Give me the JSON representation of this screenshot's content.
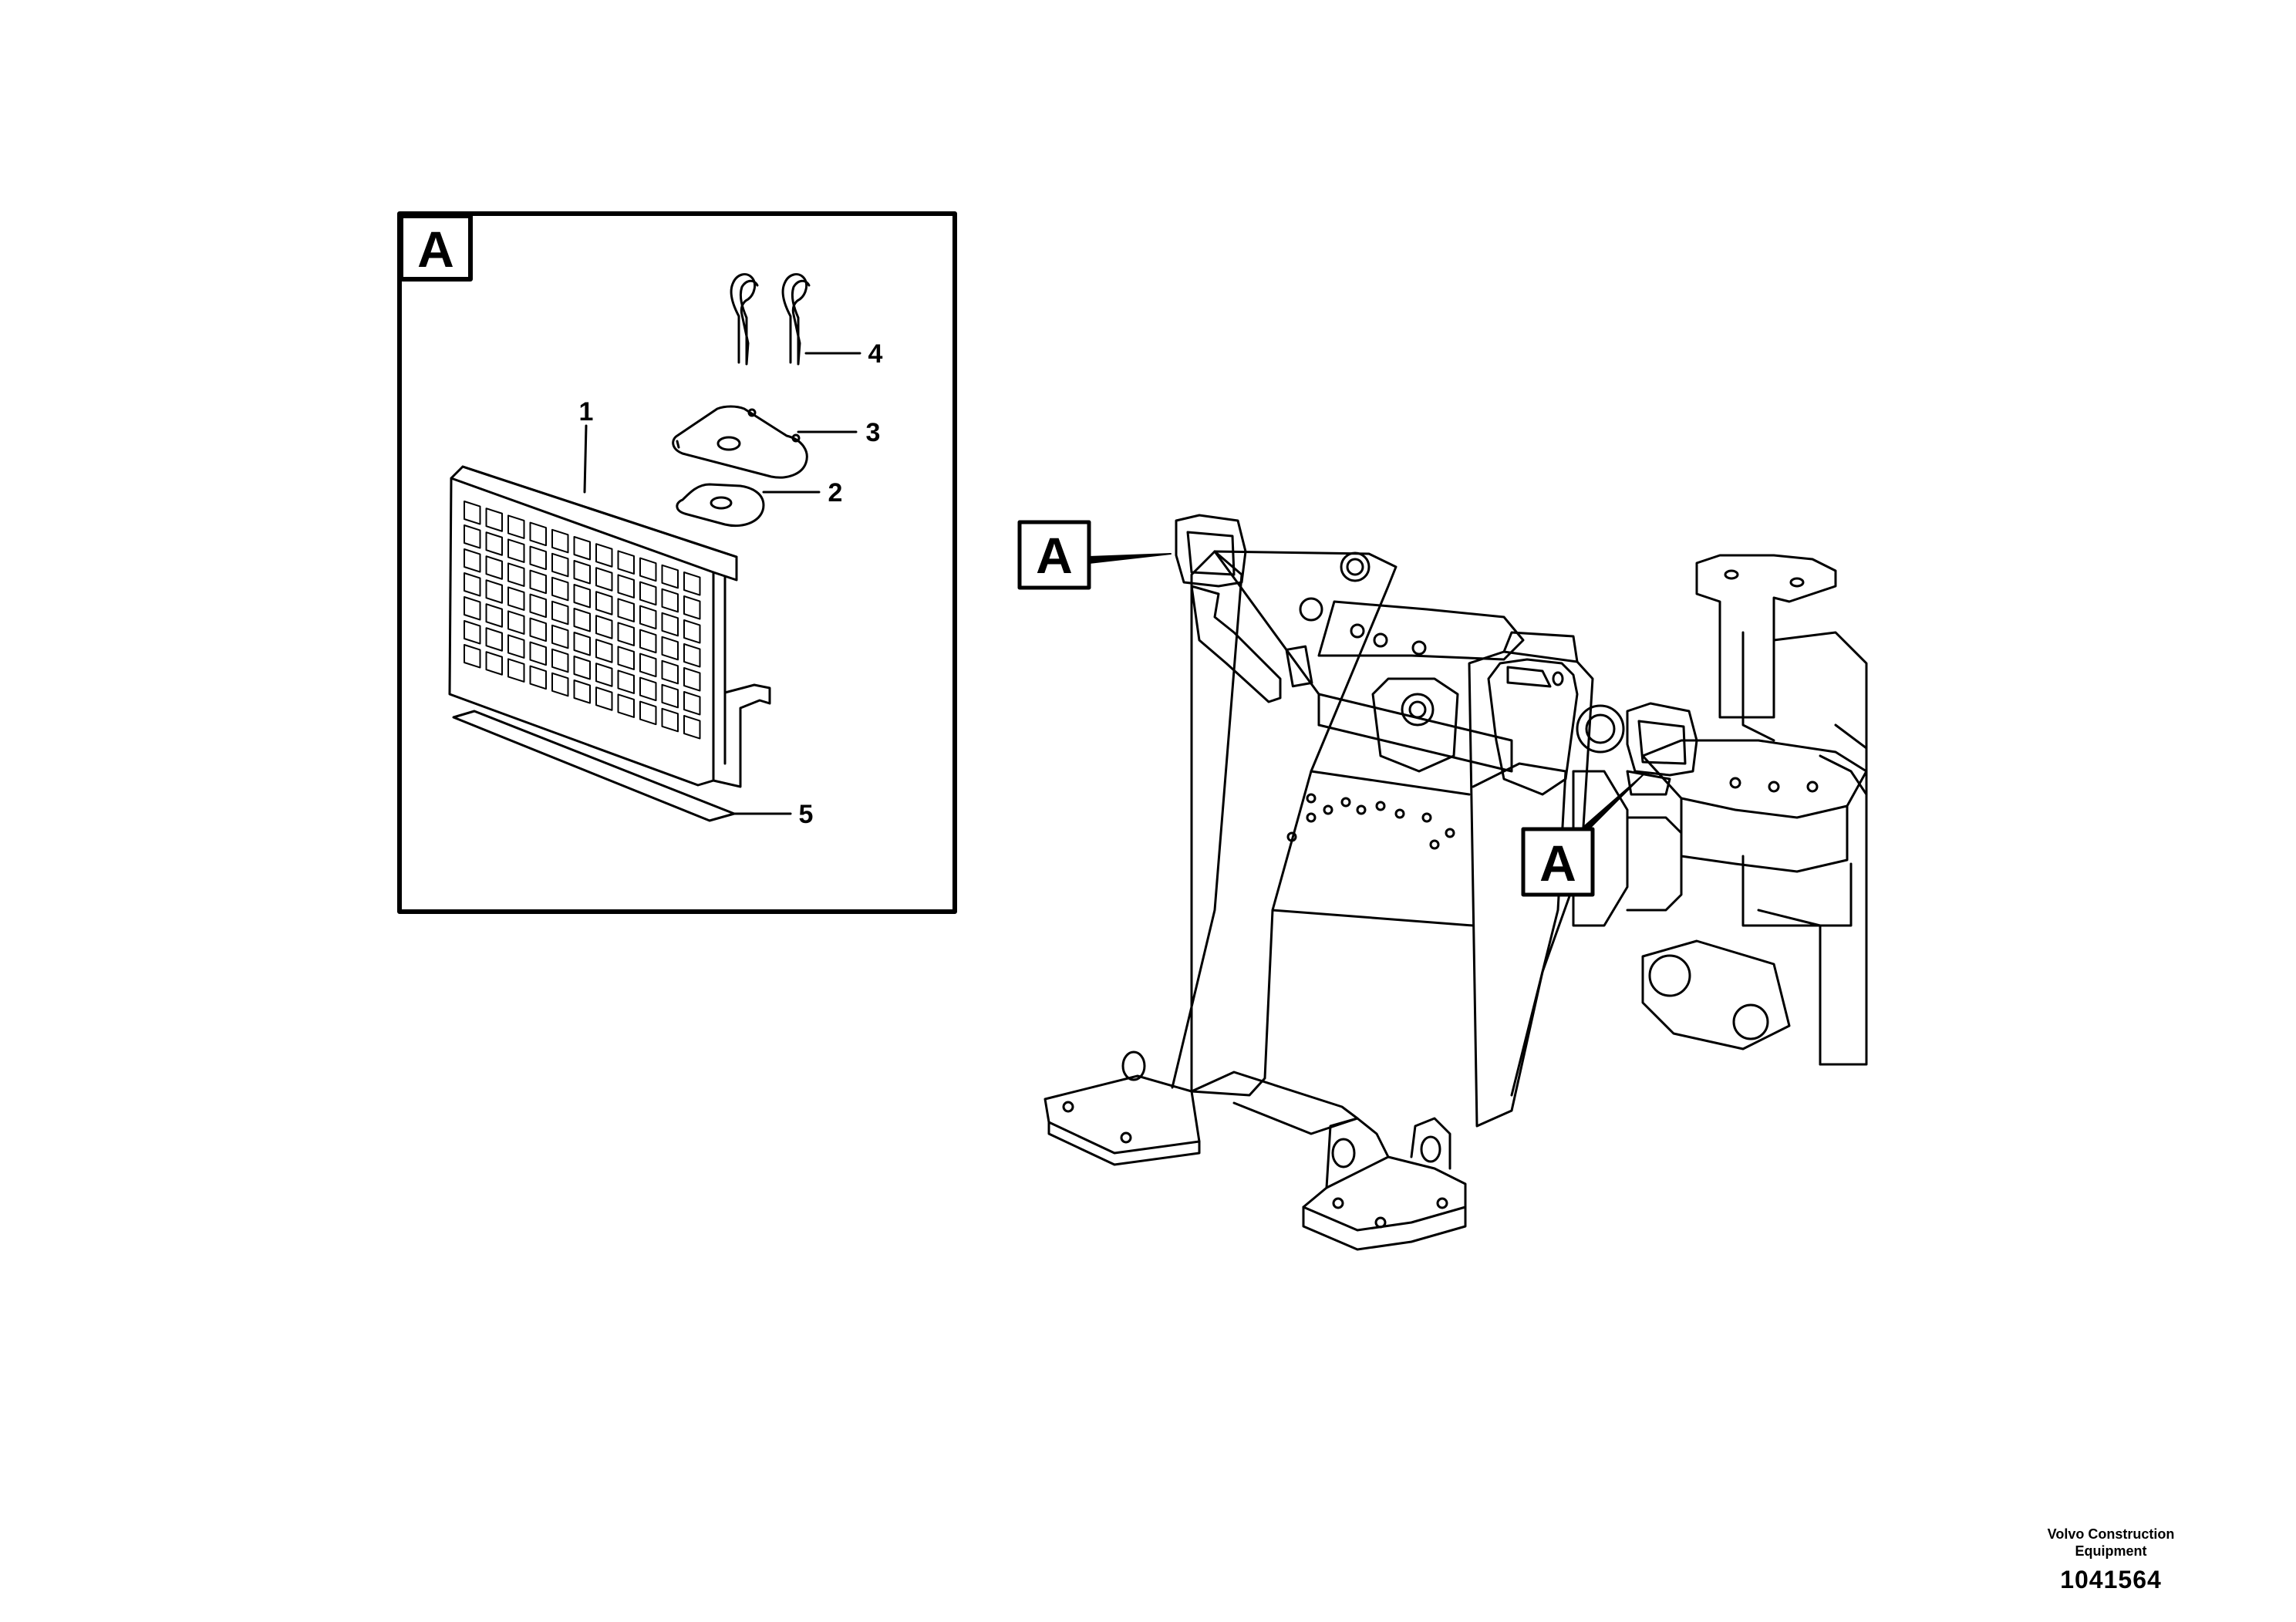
{
  "detail_view": {
    "label": "A",
    "callouts": [
      {
        "number": "1",
        "name": "mesh guard"
      },
      {
        "number": "2",
        "name": "small plate"
      },
      {
        "number": "3",
        "name": "mounting plate"
      },
      {
        "number": "4",
        "name": "hair pin clips"
      },
      {
        "number": "5",
        "name": "rubber strip"
      }
    ]
  },
  "main_view": {
    "view_markers": [
      "A",
      "A"
    ]
  },
  "footer": {
    "brand": "Volvo Construction Equipment",
    "drawing_number": "1041564"
  }
}
